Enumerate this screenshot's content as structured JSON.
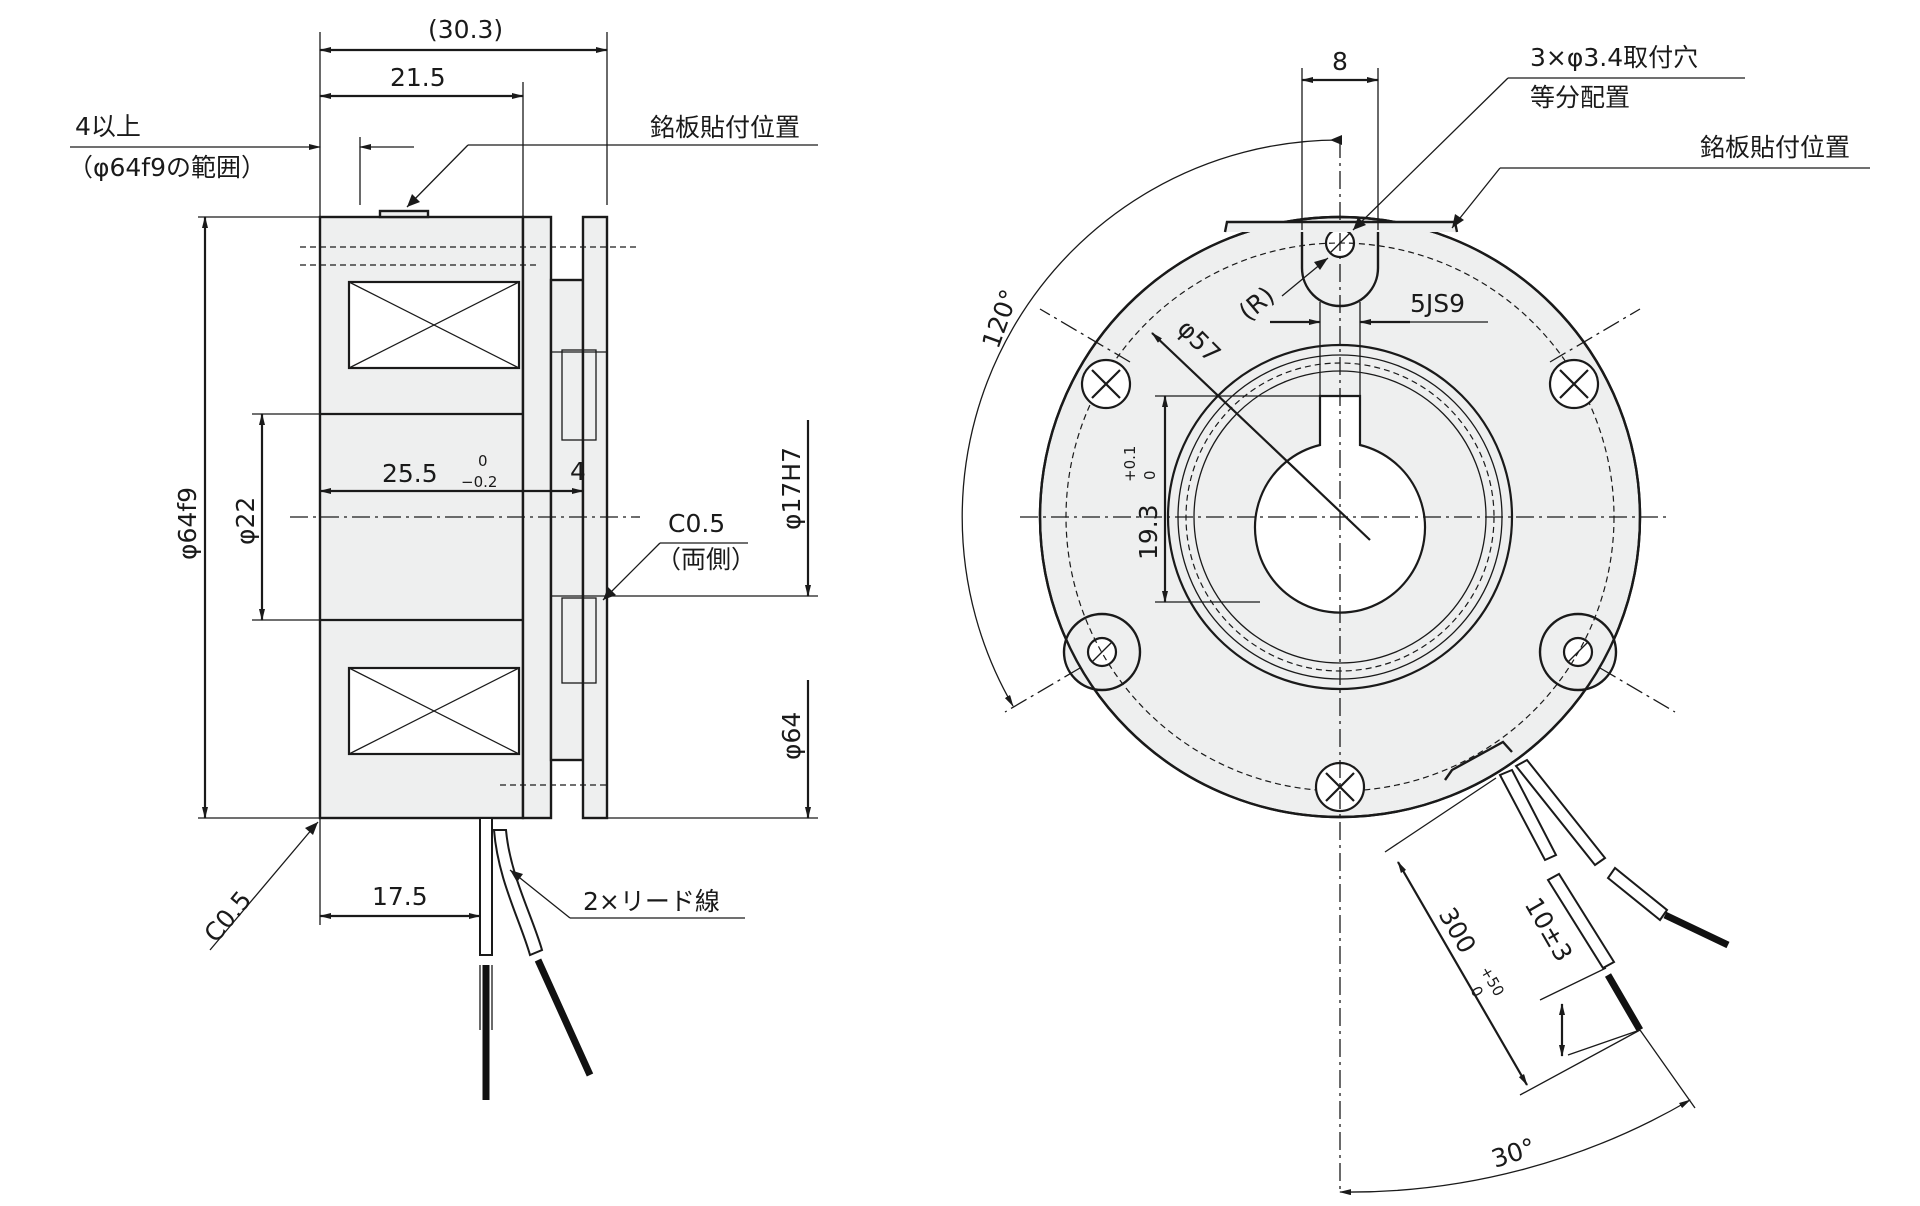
{
  "side_view": {
    "dim_overall": "(30.3)",
    "dim_body": "21.5",
    "note_min_line1": "4以上",
    "note_min_line2": "（φ64f9の範囲）",
    "nameplate": "銘板貼付位置",
    "dim_outer_dia": "φ64f9",
    "dim_inner_dia": "φ22",
    "dim_length": "25.5",
    "tol_length_upper": "0",
    "tol_length_lower": "−0.2",
    "dim_plate": "4",
    "chamfer_right": "C0.5",
    "chamfer_right_note": "（両側）",
    "dim_bore": "φ17H7",
    "dim_hub": "φ64",
    "chamfer_left": "C0.5",
    "dim_lead_pos": "17.5",
    "lead_wire": "2×リード線"
  },
  "front_view": {
    "dim_ear_width": "8",
    "holes_line1": "3×φ3.4取付穴",
    "holes_line2": "等分配置",
    "nameplate": "銘板貼付位置",
    "angle_holes": "120°",
    "radius": "(R)",
    "dim_keyway": "5JS9",
    "dim_pcd": "φ57",
    "dim_key_depth": "19.3",
    "tol_key_upper": "+0.1",
    "tol_key_lower": "0",
    "dim_lead_length": "300",
    "tol_lead_upper": "+50",
    "tol_lead_lower": "0",
    "dim_strip": "10±3",
    "angle_lead": "30°"
  }
}
